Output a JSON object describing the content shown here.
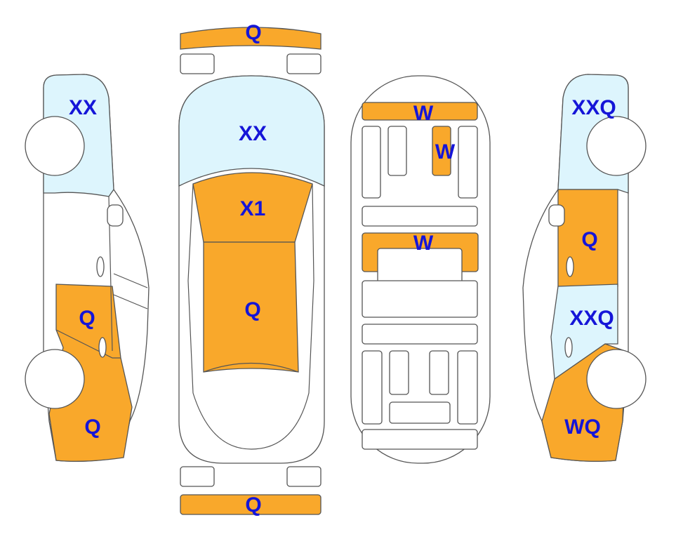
{
  "colors": {
    "damage_orange": "#F9A82B",
    "glass_blue": "#DDF5FD",
    "label_blue": "#1515D8",
    "outline": "#555555"
  },
  "left_side": {
    "roof_label": "XX",
    "rear_door_label": "Q",
    "rear_fender_label": "Q"
  },
  "top_view": {
    "front_bumper_label": "Q",
    "windshield_label": "XX",
    "hood_label": "X1",
    "roof_label": "Q",
    "rear_bumper_label": "Q"
  },
  "interior": {
    "front_label": "W",
    "seat_label": "W",
    "middle_label": "W"
  },
  "right_side": {
    "roof_label": "XXQ",
    "front_door_label": "Q",
    "rear_door_label": "XXQ",
    "rear_fender_label": "WQ"
  }
}
